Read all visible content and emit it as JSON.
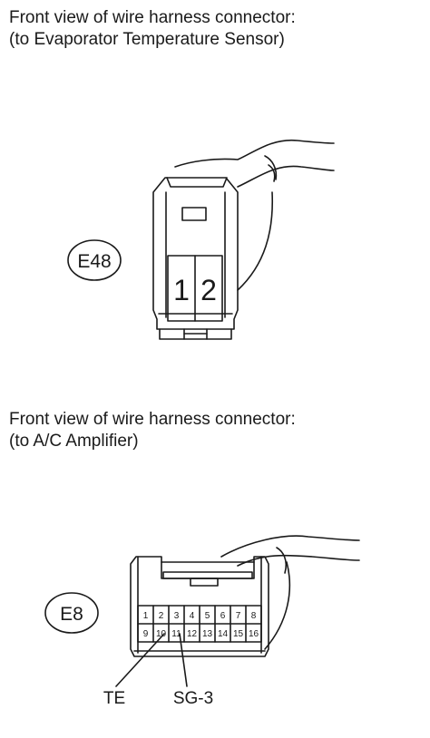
{
  "section1": {
    "line1": "Front view of wire harness connector:",
    "line2": "(to Evaporator Temperature Sensor)",
    "connector_id": "E48",
    "pins": [
      "1",
      "2"
    ]
  },
  "section2": {
    "line1": "Front view of wire harness connector:",
    "line2": "(to A/C Amplifier)",
    "connector_id": "E8",
    "pins_top": [
      "1",
      "2",
      "3",
      "4",
      "5",
      "6",
      "7",
      "8"
    ],
    "pins_bottom": [
      "9",
      "10",
      "11",
      "12",
      "13",
      "14",
      "15",
      "16"
    ],
    "callouts": [
      "TE",
      "SG-3"
    ]
  },
  "colors": {
    "ink": "#1a1a1a",
    "background": "#ffffff"
  }
}
